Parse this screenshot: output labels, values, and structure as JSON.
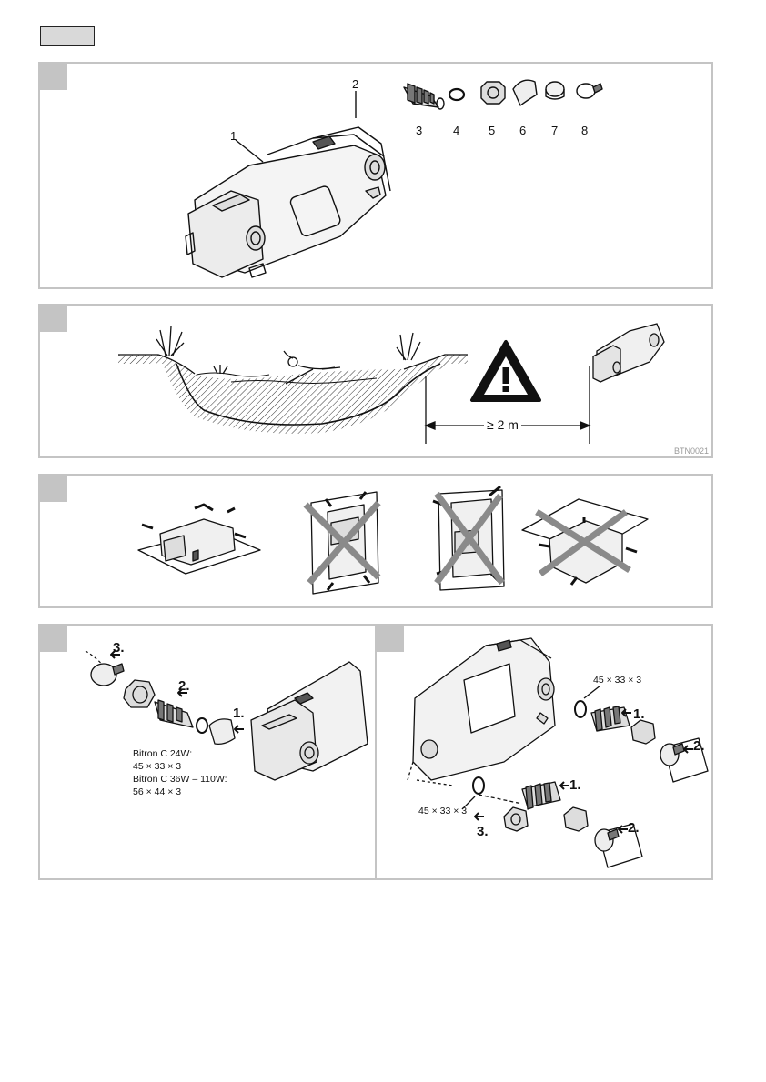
{
  "panel_a": {
    "parts": [
      {
        "num": "1"
      },
      {
        "num": "2"
      },
      {
        "num": "3"
      },
      {
        "num": "4"
      },
      {
        "num": "5"
      },
      {
        "num": "6"
      },
      {
        "num": "7"
      },
      {
        "num": "8"
      }
    ]
  },
  "panel_b": {
    "distance": "≥ 2 m",
    "figure_code": "BTN0021",
    "warning_icon": "warning-triangle-icon"
  },
  "panel_c": {
    "icons": [
      "correct-orientation",
      "cross-out-icon",
      "cross-out-icon",
      "cross-out-icon"
    ]
  },
  "panel_d": {
    "step1": "1.",
    "step2": "2.",
    "step3": "3.",
    "spec_line1": "Bitron C 24W:",
    "spec_line2": "45 × 33 × 3",
    "spec_line3": "Bitron C 36W – 110W:",
    "spec_line4": "56 × 44 × 3"
  },
  "panel_e": {
    "oring_top": "45 × 33 × 3",
    "oring_bottom": "45 × 33 × 3",
    "top_step1": "1.",
    "top_step2": "2.",
    "bot_step1": "1.",
    "bot_step2": "2.",
    "bot_step3": "3."
  }
}
